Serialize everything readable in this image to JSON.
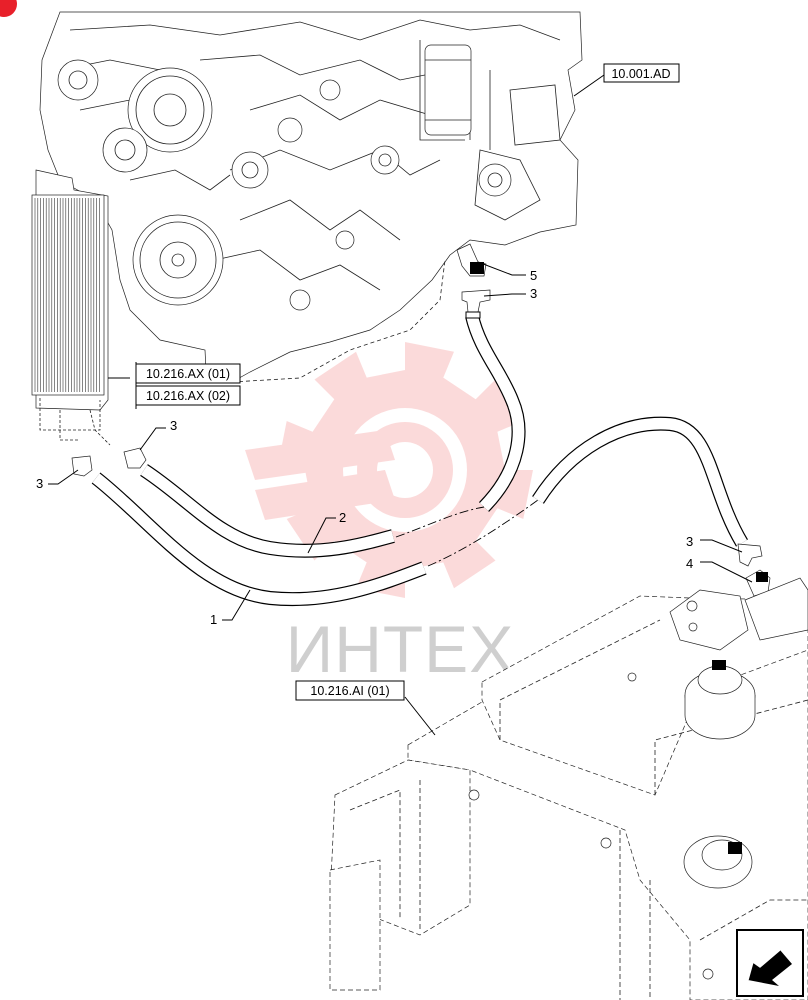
{
  "diagram": {
    "references": {
      "engine": "10.001.AD",
      "cooler_a": "10.216.AX (01)",
      "cooler_b": "10.216.AX (02)",
      "tank": "10.216.AI (01)"
    },
    "callouts": {
      "c5": "5",
      "c3_top": "3",
      "c3_left_upper": "3",
      "c3_left_lower": "3",
      "c2": "2",
      "c1": "1",
      "c3_right": "3",
      "c4": "4"
    },
    "watermark": "ИНТЕХ",
    "colors": {
      "watermark": "#f05a5a",
      "corner_badge": "#e8202a"
    },
    "icons": {
      "nav_arrow": "arrow-icon",
      "corner_badge": "badge-icon"
    }
  }
}
